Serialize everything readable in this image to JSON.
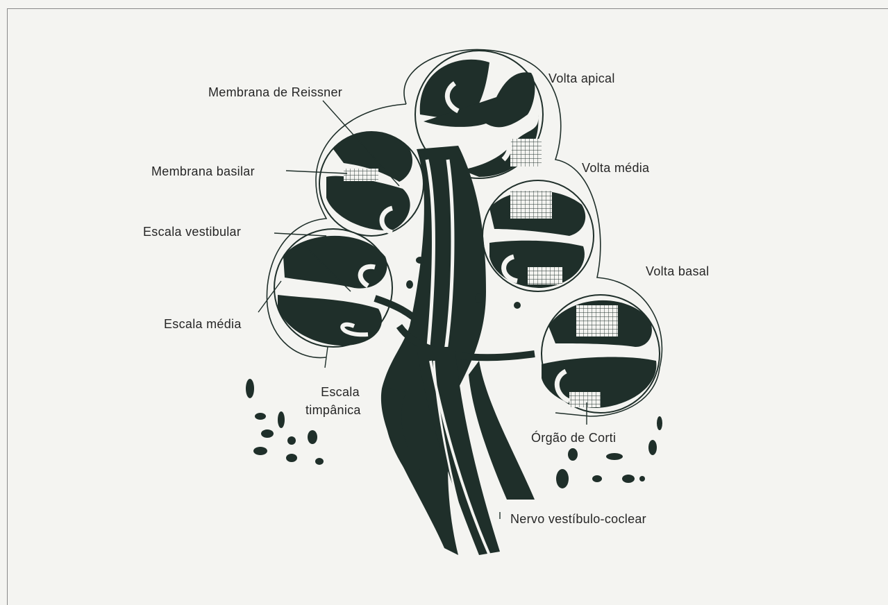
{
  "labels": {
    "membrana_reissner": "Membrana de Reissner",
    "membrana_basilar": "Membrana basilar",
    "escala_vestibular": "Escala vestibular",
    "escala_media": "Escala média",
    "escala_timpanica_1": "Escala",
    "escala_timpanica_2": "timpânica",
    "volta_apical": "Volta apical",
    "volta_media": "Volta média",
    "volta_basal": "Volta basal",
    "orgao_corti": "Órgão de Corti",
    "nervo": "Nervo vestíbulo-coclear"
  },
  "colors": {
    "ink": "#1f2f2a",
    "paper": "#f4f4f1"
  }
}
